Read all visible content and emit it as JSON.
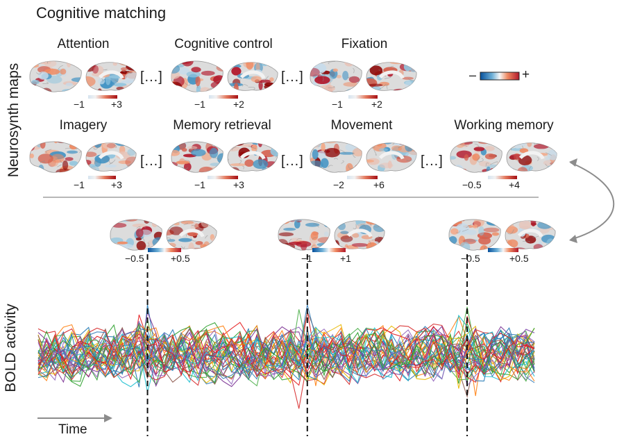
{
  "title": "Cognitive matching",
  "side_labels": {
    "maps": "Neurosynth maps",
    "bold": "BOLD activity"
  },
  "ellipsis": "[...]",
  "legend": {
    "minus": "–",
    "plus": "+"
  },
  "maps_row1": [
    {
      "label": "Attention",
      "min": "−1",
      "max": "+3",
      "seed": 11
    },
    {
      "label": "Cognitive control",
      "min": "−1",
      "max": "+2",
      "seed": 23
    },
    {
      "label": "Fixation",
      "min": "−1",
      "max": "+2",
      "seed": 37
    }
  ],
  "maps_row2": [
    {
      "label": "Imagery",
      "min": "−1",
      "max": "+3",
      "seed": 41
    },
    {
      "label": "Memory retrieval",
      "min": "−1",
      "max": "+3",
      "seed": 53
    },
    {
      "label": "Movement",
      "min": "−2",
      "max": "+6",
      "seed": 67
    },
    {
      "label": "Working memory",
      "min": "−0.5",
      "max": "+4",
      "seed": 79
    }
  ],
  "bold_maps": [
    {
      "min": "−0.5",
      "max": "+0.5",
      "seed": 83
    },
    {
      "min": "−1",
      "max": "+1",
      "seed": 97
    },
    {
      "min": "−0.5",
      "max": "+0.5",
      "seed": 101
    }
  ],
  "time_label": "Time",
  "colors": {
    "negative": "#2166ac",
    "positive": "#b2182b",
    "dark_red": "#8b0000",
    "brain_base": "#dcdcdc",
    "rule": "#8c8c8c",
    "arrow": "#8c8c8c"
  },
  "chart_data": {
    "type": "line",
    "title": "",
    "xlabel": "Time",
    "ylabel": "BOLD activity",
    "n_series": 40,
    "n_timepoints": 60,
    "marked_timepoints": [
      13,
      32,
      51
    ],
    "series_colors": [
      "#1f77b4",
      "#2ca02c",
      "#d62728",
      "#9467bd",
      "#e8b800",
      "#17becf",
      "#ff7f0e",
      "#8c564b",
      "#7b3294",
      "#4daf4a",
      "#377eb8",
      "#e41a1c"
    ],
    "grid": false,
    "legend": "none"
  }
}
